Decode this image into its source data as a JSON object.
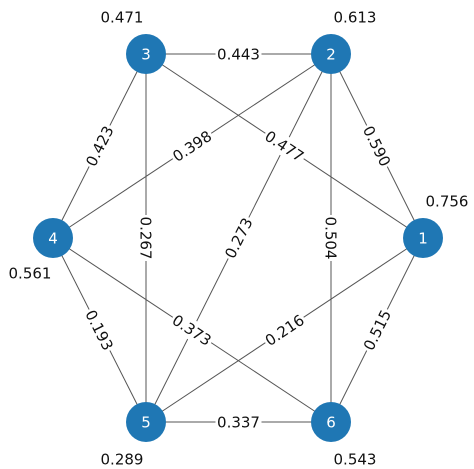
{
  "nodes": [
    {
      "id": "1",
      "label": "1",
      "weight": "0.756"
    },
    {
      "id": "2",
      "label": "2",
      "weight": "0.613"
    },
    {
      "id": "3",
      "label": "3",
      "weight": "0.471"
    },
    {
      "id": "4",
      "label": "4",
      "weight": "0.561"
    },
    {
      "id": "5",
      "label": "5",
      "weight": "0.289"
    },
    {
      "id": "6",
      "label": "6",
      "weight": "0.543"
    }
  ],
  "edges": [
    {
      "source": "3",
      "target": "2",
      "label": "0.443"
    },
    {
      "source": "3",
      "target": "4",
      "label": "0.423"
    },
    {
      "source": "3",
      "target": "5",
      "label": "0.267"
    },
    {
      "source": "3",
      "target": "1",
      "label": "0.477"
    },
    {
      "source": "2",
      "target": "4",
      "label": "0.398"
    },
    {
      "source": "2",
      "target": "5",
      "label": "0.273"
    },
    {
      "source": "2",
      "target": "6",
      "label": "0.504"
    },
    {
      "source": "2",
      "target": "1",
      "label": "0.590"
    },
    {
      "source": "4",
      "target": "5",
      "label": "0.193"
    },
    {
      "source": "4",
      "target": "6",
      "label": "0.373"
    },
    {
      "source": "1",
      "target": "5",
      "label": "0.216"
    },
    {
      "source": "1",
      "target": "6",
      "label": "0.515"
    },
    {
      "source": "5",
      "target": "6",
      "label": "0.337"
    }
  ],
  "colors": {
    "node_fill": "#1f77b4",
    "edge": "#555555",
    "text": "#111111"
  }
}
